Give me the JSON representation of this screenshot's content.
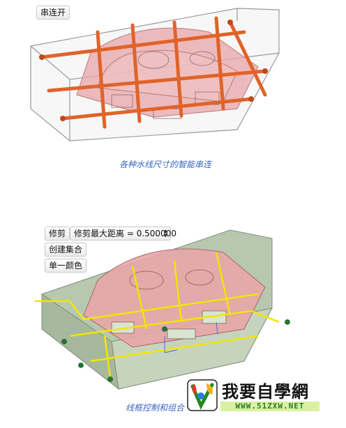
{
  "top_panel": {
    "button_label": "串连开",
    "caption": "各种水线尺寸的智能串连"
  },
  "bottom_panel": {
    "trim_label": "修剪",
    "max_distance_label": "修剪最大距离 =",
    "max_distance_value": "0.500000",
    "create_set_label": "创建集合",
    "single_color_label": "单一颜色",
    "caption": "线框控制和组合"
  },
  "watermark": {
    "logo_text": "我要自學網",
    "url": "WWW.51ZXW.NET"
  },
  "colors": {
    "caption": "#3b67c2",
    "water_line_pipe": "#e0632a",
    "wireframe": "#f2e600",
    "insert_pink": "#e8a6a8",
    "mold_green": "#b8c8b0"
  }
}
